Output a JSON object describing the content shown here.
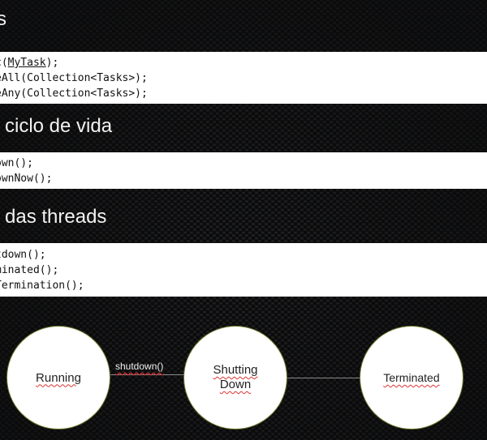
{
  "sections": [
    {
      "title": "s",
      "lines": [
        "c(MyTask);",
        "eAll(Collection<Tasks>);",
        "eAny(Collection<Tasks>);"
      ]
    },
    {
      "title": "ciclo de vida",
      "lines": [
        "own();",
        "ownNow();"
      ]
    },
    {
      "title": "das threads",
      "lines": [
        "tdown();",
        "minated();",
        "Termination();"
      ]
    }
  ],
  "code_underlined_fragment": "MyTask",
  "diagram": {
    "states": [
      "Running",
      "Shutting Down",
      "Terminated"
    ],
    "transition_label": "shutdown()"
  },
  "colors": {
    "background": "#1b1c1e",
    "code_bg": "#ffffff",
    "circle_border": "#6f7e2f",
    "heading_text": "#f2f2f2"
  }
}
